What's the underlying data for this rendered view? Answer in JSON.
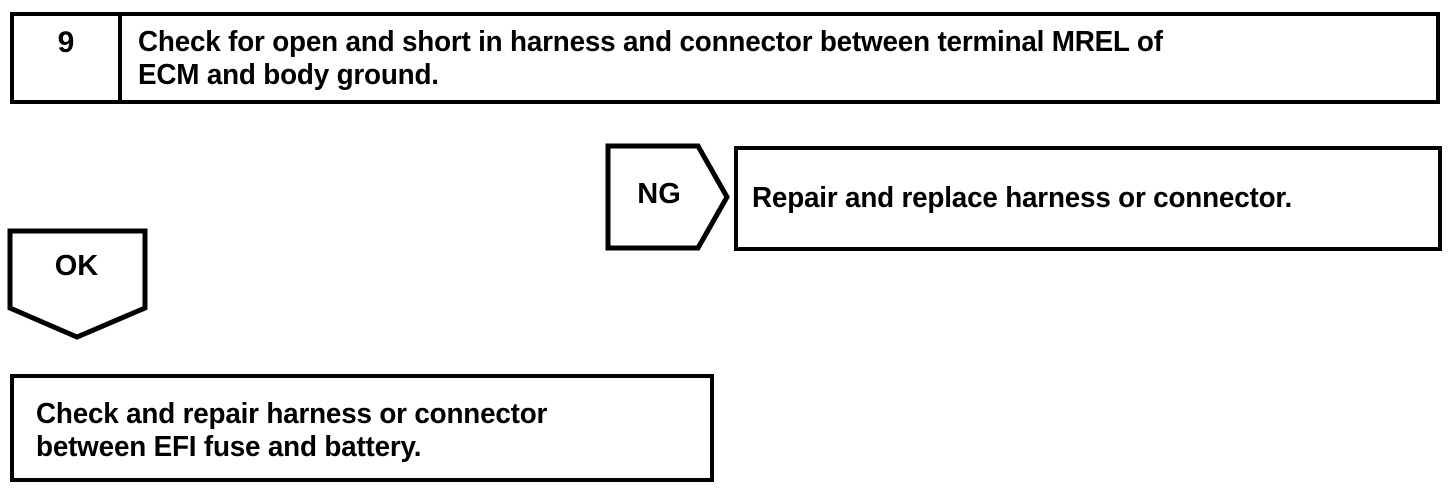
{
  "page": {
    "background_color": "#ffffff",
    "line_color": "#000000",
    "text_color": "#000000"
  },
  "step": {
    "number": "9",
    "instruction": "Check for open and short in harness and connector between terminal MREL of\nECM and body ground."
  },
  "branches": [
    {
      "label": "NG",
      "shape": "right-arrow-pentagon",
      "result": "Repair and replace harness or connector."
    },
    {
      "label": "OK",
      "shape": "down-arrow-pentagon",
      "result": "Check and repair harness or connector\nbetween EFI fuse and battery."
    }
  ],
  "ng": {
    "label": "NG",
    "result": "Repair and replace harness or connector."
  },
  "ok": {
    "label": "OK",
    "result": "Check and repair harness or connector\nbetween EFI fuse and battery."
  }
}
